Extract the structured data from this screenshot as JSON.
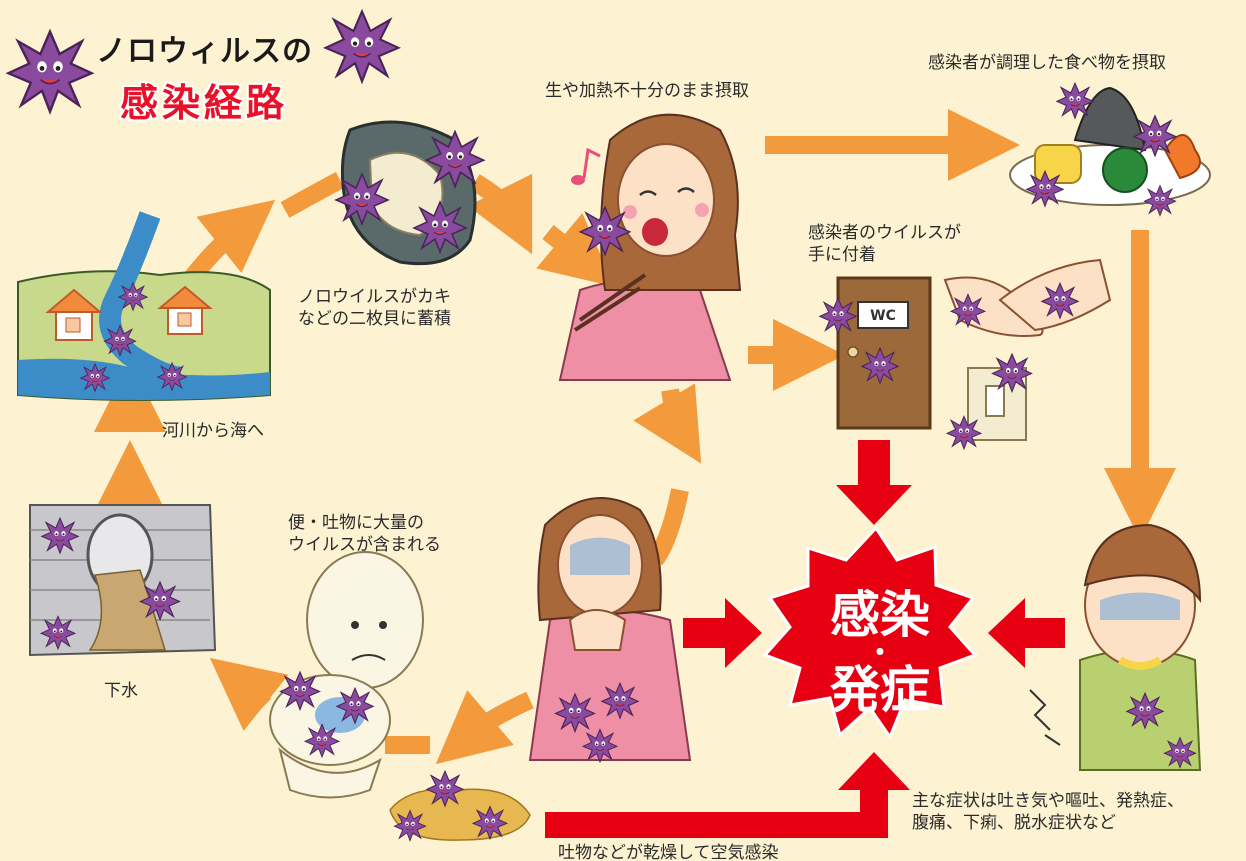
{
  "title": {
    "line1": "ノロウィルスの",
    "line2": "感染経路"
  },
  "labels": {
    "raw_eat": "生や加熱不十分のまま摂取",
    "cook_food": "感染者が調理した食べ物を摂取",
    "hands_line1": "感染者のウイルスが",
    "hands_line2": "手に付着",
    "oyster_line1": "ノロウイルスがカキ",
    "oyster_line2": "などの二枚貝に蓄積",
    "river": "河川から海へ",
    "sewer": "下水",
    "stool_line1": "便・吐物に大量の",
    "stool_line2": "ウイルスが含まれる",
    "airborne": "吐物などが乾燥して空気感染",
    "symptom_line1": "主な症状は吐き気や嘔吐、発熱症、",
    "symptom_line2": "腹痛、下痢、脱水症状など",
    "wc": "WC"
  },
  "center": {
    "line1": "感染",
    "dot": "・",
    "line2": "発症"
  },
  "colors": {
    "background": "#fdf3d2",
    "arrow_orange": "#f29a3c",
    "arrow_red": "#e60012",
    "virus": "#8a4a9e",
    "title_red": "#e8112a"
  }
}
